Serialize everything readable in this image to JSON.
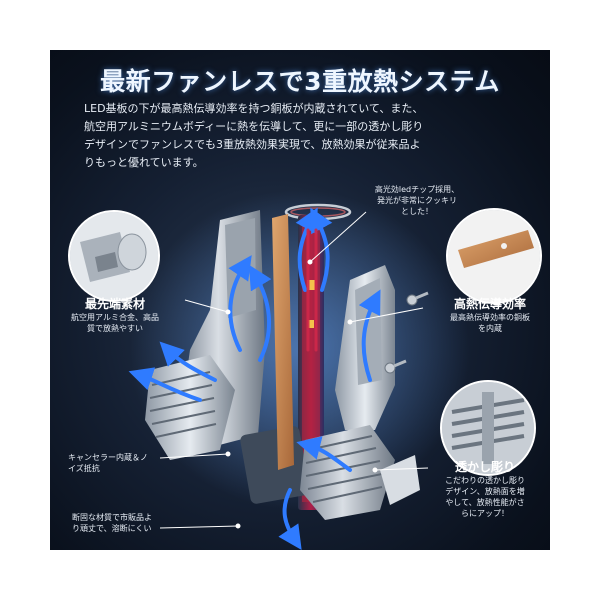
{
  "title": "最新ファンレスで3重放熱システム",
  "description": [
    "LED基板の下が最高熱伝導効率を持つ銅板が内蔵されていて、また、",
    "航空用アルミニウムボディーに熱を伝導して、更に一部の透かし彫り",
    "デザインでファンレスでも3重放熱効果実現で、放熱効果が従来品よ",
    "りもっと優れています。"
  ],
  "callouts": {
    "chip": {
      "lines": [
        "高光効ledチップ採用、",
        "発光が非常にクッキリ",
        "とした！"
      ]
    },
    "material": {
      "heading": "最先端素材",
      "lines": [
        "航空用アルミ合金、高品",
        "質で放熱やすい"
      ]
    },
    "copper": {
      "heading": "高熱伝導効率",
      "lines": [
        "最高熱伝導効率の銅板",
        "を内蔵"
      ]
    },
    "canceler": {
      "lines": [
        "キャンセラー内蔵＆ノ",
        "イズ抵抗"
      ]
    },
    "body": {
      "lines": [
        "断固な材質で市販品よ",
        "り頑丈で、溶断にくい"
      ]
    },
    "hollow": {
      "heading": "透かし彫り",
      "lines": [
        "こだわりの透かし彫り",
        "デザイン、放熱面を増",
        "やして、放熱性能がさ",
        "らにアップ！"
      ]
    }
  },
  "colors": {
    "background_dark": "#0a111d",
    "arrow_blue": "#2f7bff",
    "heat_red": "#d0284a",
    "copper": "#c98a52",
    "aluminum": "#b8c0c8"
  },
  "icons": [
    "screw-icon",
    "led-bulb",
    "cooling-arrows"
  ]
}
